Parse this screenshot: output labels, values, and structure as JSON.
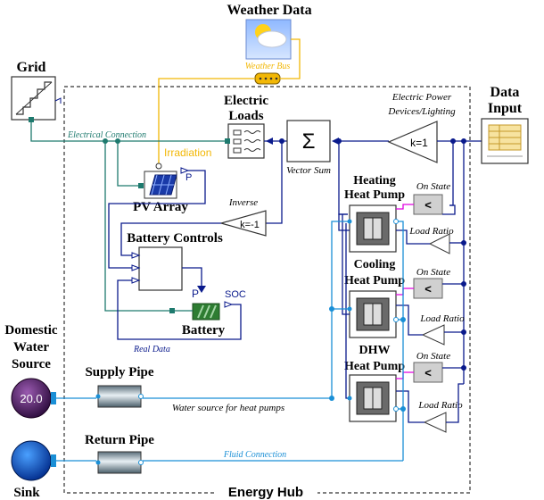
{
  "weather": {
    "title": "Weather Data",
    "bus_label": "Weather Bus"
  },
  "grid": {
    "title": "Grid"
  },
  "electric_loads": {
    "title_line1": "Electric",
    "title_line2": "Loads"
  },
  "data_input": {
    "title_line1": "Data",
    "title_line2": "Input"
  },
  "electric_power": {
    "label_line1": "Electric Power",
    "label_line2": "Devices/Lighting",
    "gain": "k=1"
  },
  "vector_sum": {
    "label": "Vector Sum",
    "symbol": "Σ"
  },
  "connections": {
    "electrical": "Electrical Connection",
    "irradiation": "Irradiation",
    "real_data": "Real Data",
    "water_source": "Water source for heat pumps",
    "fluid": "Fluid Connection"
  },
  "pv": {
    "title": "PV Array",
    "port": "P"
  },
  "inverse": {
    "label": "Inverse",
    "gain": "k=-1"
  },
  "battery_controls": {
    "title": "Battery Controls"
  },
  "battery": {
    "title": "Battery",
    "port_p": "P",
    "port_soc": "SOC"
  },
  "heat_pumps": [
    {
      "title_line1": "Heating",
      "title_line2": "Heat Pump",
      "on_state": "On State",
      "load_ratio": "Load Ratio"
    },
    {
      "title_line1": "Cooling",
      "title_line2": "Heat Pump",
      "on_state": "On State",
      "load_ratio": "Load Ratio"
    },
    {
      "title_line1": "DHW",
      "title_line2": "Heat Pump",
      "on_state": "On State",
      "load_ratio": "Load Ratio"
    }
  ],
  "source": {
    "line1": "Domestic",
    "line2": "Water",
    "line3": "Source",
    "value": "20.0"
  },
  "sink": {
    "title": "Sink"
  },
  "supply_pipe": {
    "title": "Supply Pipe"
  },
  "return_pipe": {
    "title": "Return Pipe"
  },
  "energy_hub": {
    "title": "Energy Hub"
  },
  "colors": {
    "electrical": "#1e7a6e",
    "weather": "#f2b705",
    "fluid": "#1a8fd6",
    "signal": "#0a1a8c",
    "boolean": "#e000e0"
  }
}
